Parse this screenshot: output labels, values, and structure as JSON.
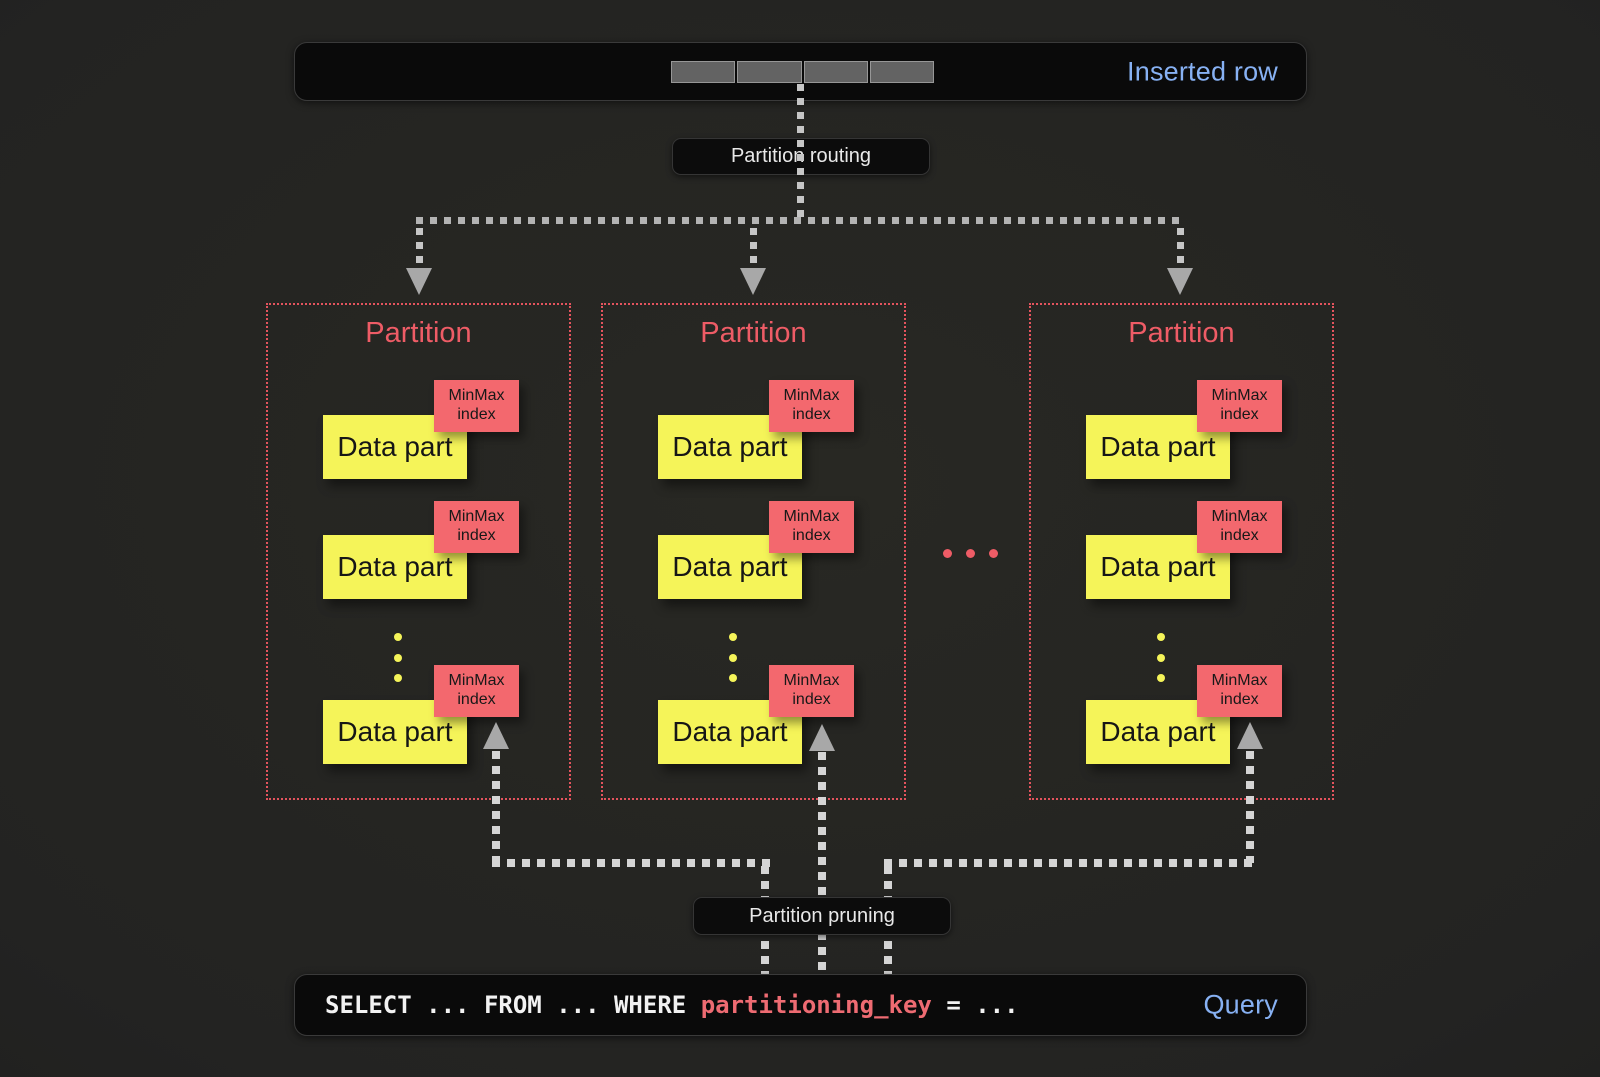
{
  "inserted_row_bar": {
    "label": "Inserted row",
    "segment_count": 4
  },
  "badges": {
    "routing": "Partition routing",
    "pruning": "Partition pruning"
  },
  "partitions": [
    {
      "title": "Partition",
      "parts": [
        {
          "label": "Data part",
          "index_label": "MinMax index"
        },
        {
          "label": "Data part",
          "index_label": "MinMax index"
        },
        {
          "label": "Data part",
          "index_label": "MinMax index"
        }
      ]
    },
    {
      "title": "Partition",
      "parts": [
        {
          "label": "Data part",
          "index_label": "MinMax index"
        },
        {
          "label": "Data part",
          "index_label": "MinMax index"
        },
        {
          "label": "Data part",
          "index_label": "MinMax index"
        }
      ]
    },
    {
      "title": "Partition",
      "parts": [
        {
          "label": "Data part",
          "index_label": "MinMax index"
        },
        {
          "label": "Data part",
          "index_label": "MinMax index"
        },
        {
          "label": "Data part",
          "index_label": "MinMax index"
        }
      ]
    }
  ],
  "query_bar": {
    "sql_select": "SELECT ... FROM ... WHERE ",
    "sql_key": "partitioning_key",
    "sql_tail": " = ...",
    "label": "Query"
  },
  "colors": {
    "background": "#232322",
    "panel_bg": "#0a0a0a",
    "accent_blue": "#87b1f3",
    "accent_red": "#ee5c66",
    "minmax_fill": "#f3686e",
    "datapart_fill": "#f5f459",
    "segment_gray": "#636363",
    "line_gray": "#b3b3b3",
    "line_white": "#d5d5d5"
  }
}
